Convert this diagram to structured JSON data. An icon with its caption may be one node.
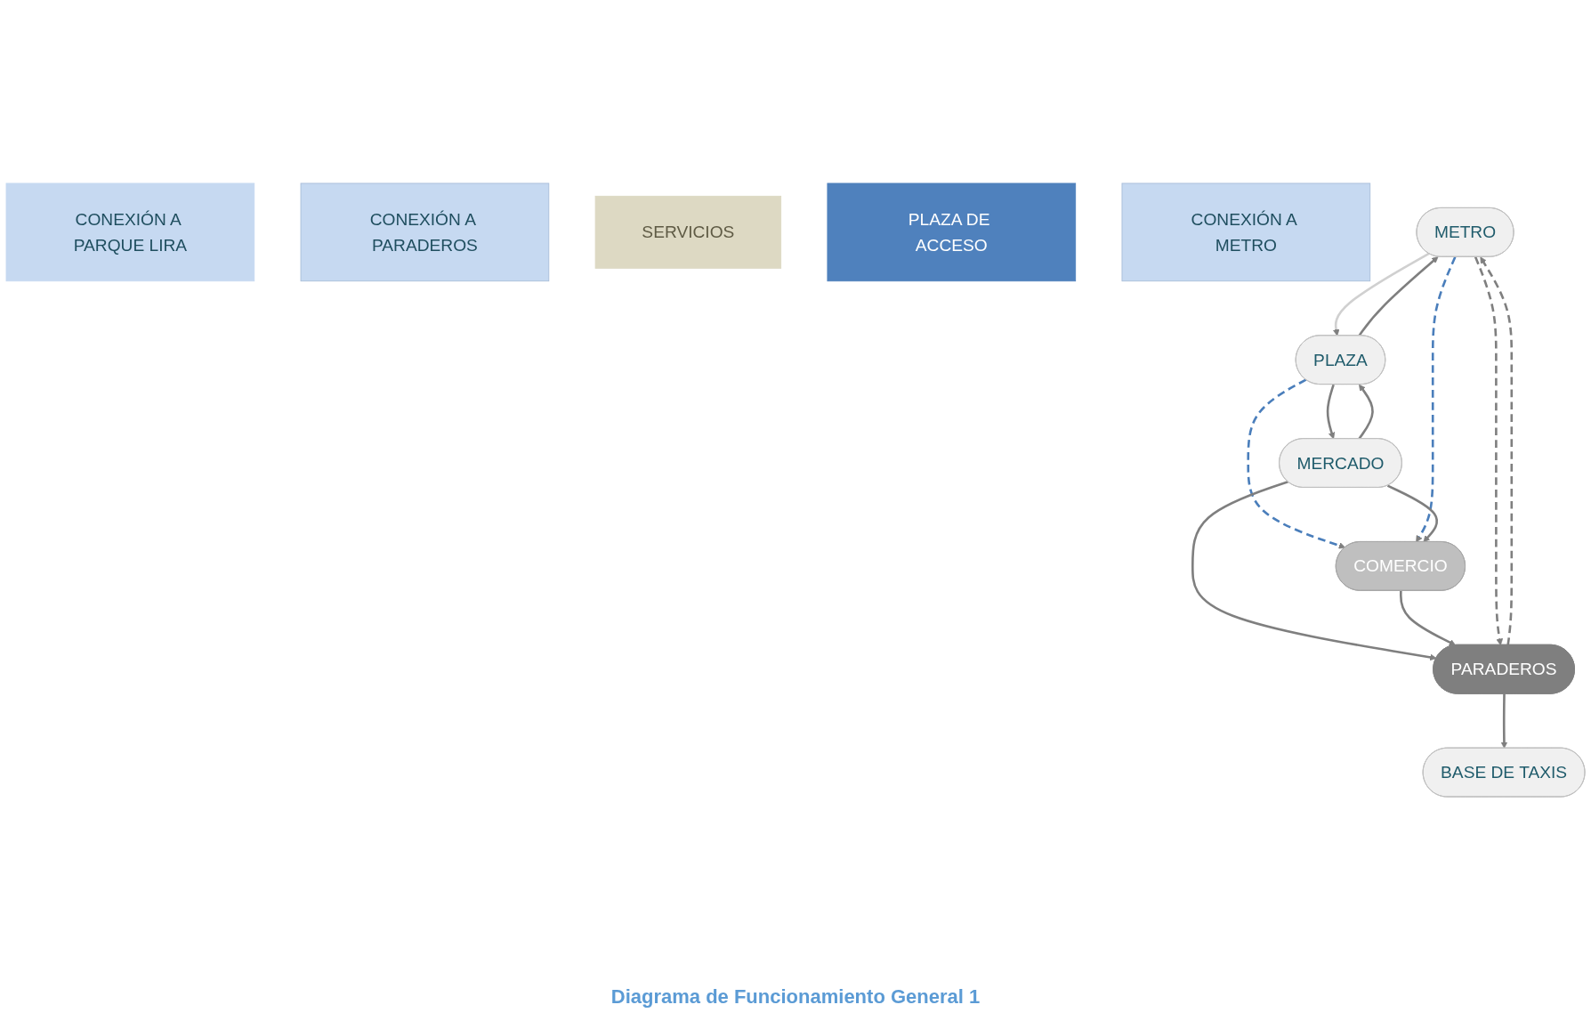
{
  "diagram": {
    "caption": "Diagrama de Funcionamiento General 1",
    "nodes": [
      {
        "text": [
          "METRO"
        ]
      },
      {
        "text": [
          "PLAZA"
        ]
      },
      {
        "text": [
          "MERCADO"
        ]
      },
      {
        "text": [
          "COMERCIO"
        ]
      },
      {
        "text": [
          "PARADEROS"
        ]
      },
      {
        "text": [
          "BASE DE TAXIS"
        ]
      },
      {
        "text": [
          "CONEXIÓN A PARQUE LIRA"
        ]
      },
      {
        "text": [
          "CONEXIÓN A PARADEROS"
        ]
      },
      {
        "text": [
          "SERVICIOS"
        ]
      },
      {
        "text": [
          "PLAZA DE ACCESO"
        ]
      },
      {
        "text": [
          "CONEXIÓN A METRO"
        ]
      }
    ],
    "edges": [
      {
        "from": 0,
        "to": 1,
        "arrow": "to",
        "color": "#d0d0d0"
      },
      {
        "from": 1,
        "to": 0,
        "arrow": "to"
      },
      {
        "from": 1,
        "to": 2,
        "arrow": "to"
      },
      {
        "from": 2,
        "to": 1,
        "arrow": "to"
      },
      {
        "from": 1,
        "to": 3,
        "arrow": "to",
        "style": "dashed",
        "color": "#4a7ebb"
      },
      {
        "from": 0,
        "to": 3,
        "arrow": "to",
        "style": "dashed",
        "color": "#4a7ebb"
      },
      {
        "from": 2,
        "to": 3,
        "arrow": "to"
      },
      {
        "from": 2,
        "to": 4,
        "arrow": "to"
      },
      {
        "from": 3,
        "to": 4,
        "arrow": "to"
      },
      {
        "from": 4,
        "to": 5,
        "arrow": "to"
      },
      {
        "from": 0,
        "to": 4,
        "arrow": "to",
        "style": "dashed"
      },
      {
        "from": 4,
        "to": 0,
        "arrow": "to",
        "style": "dashed"
      }
    ]
  }
}
